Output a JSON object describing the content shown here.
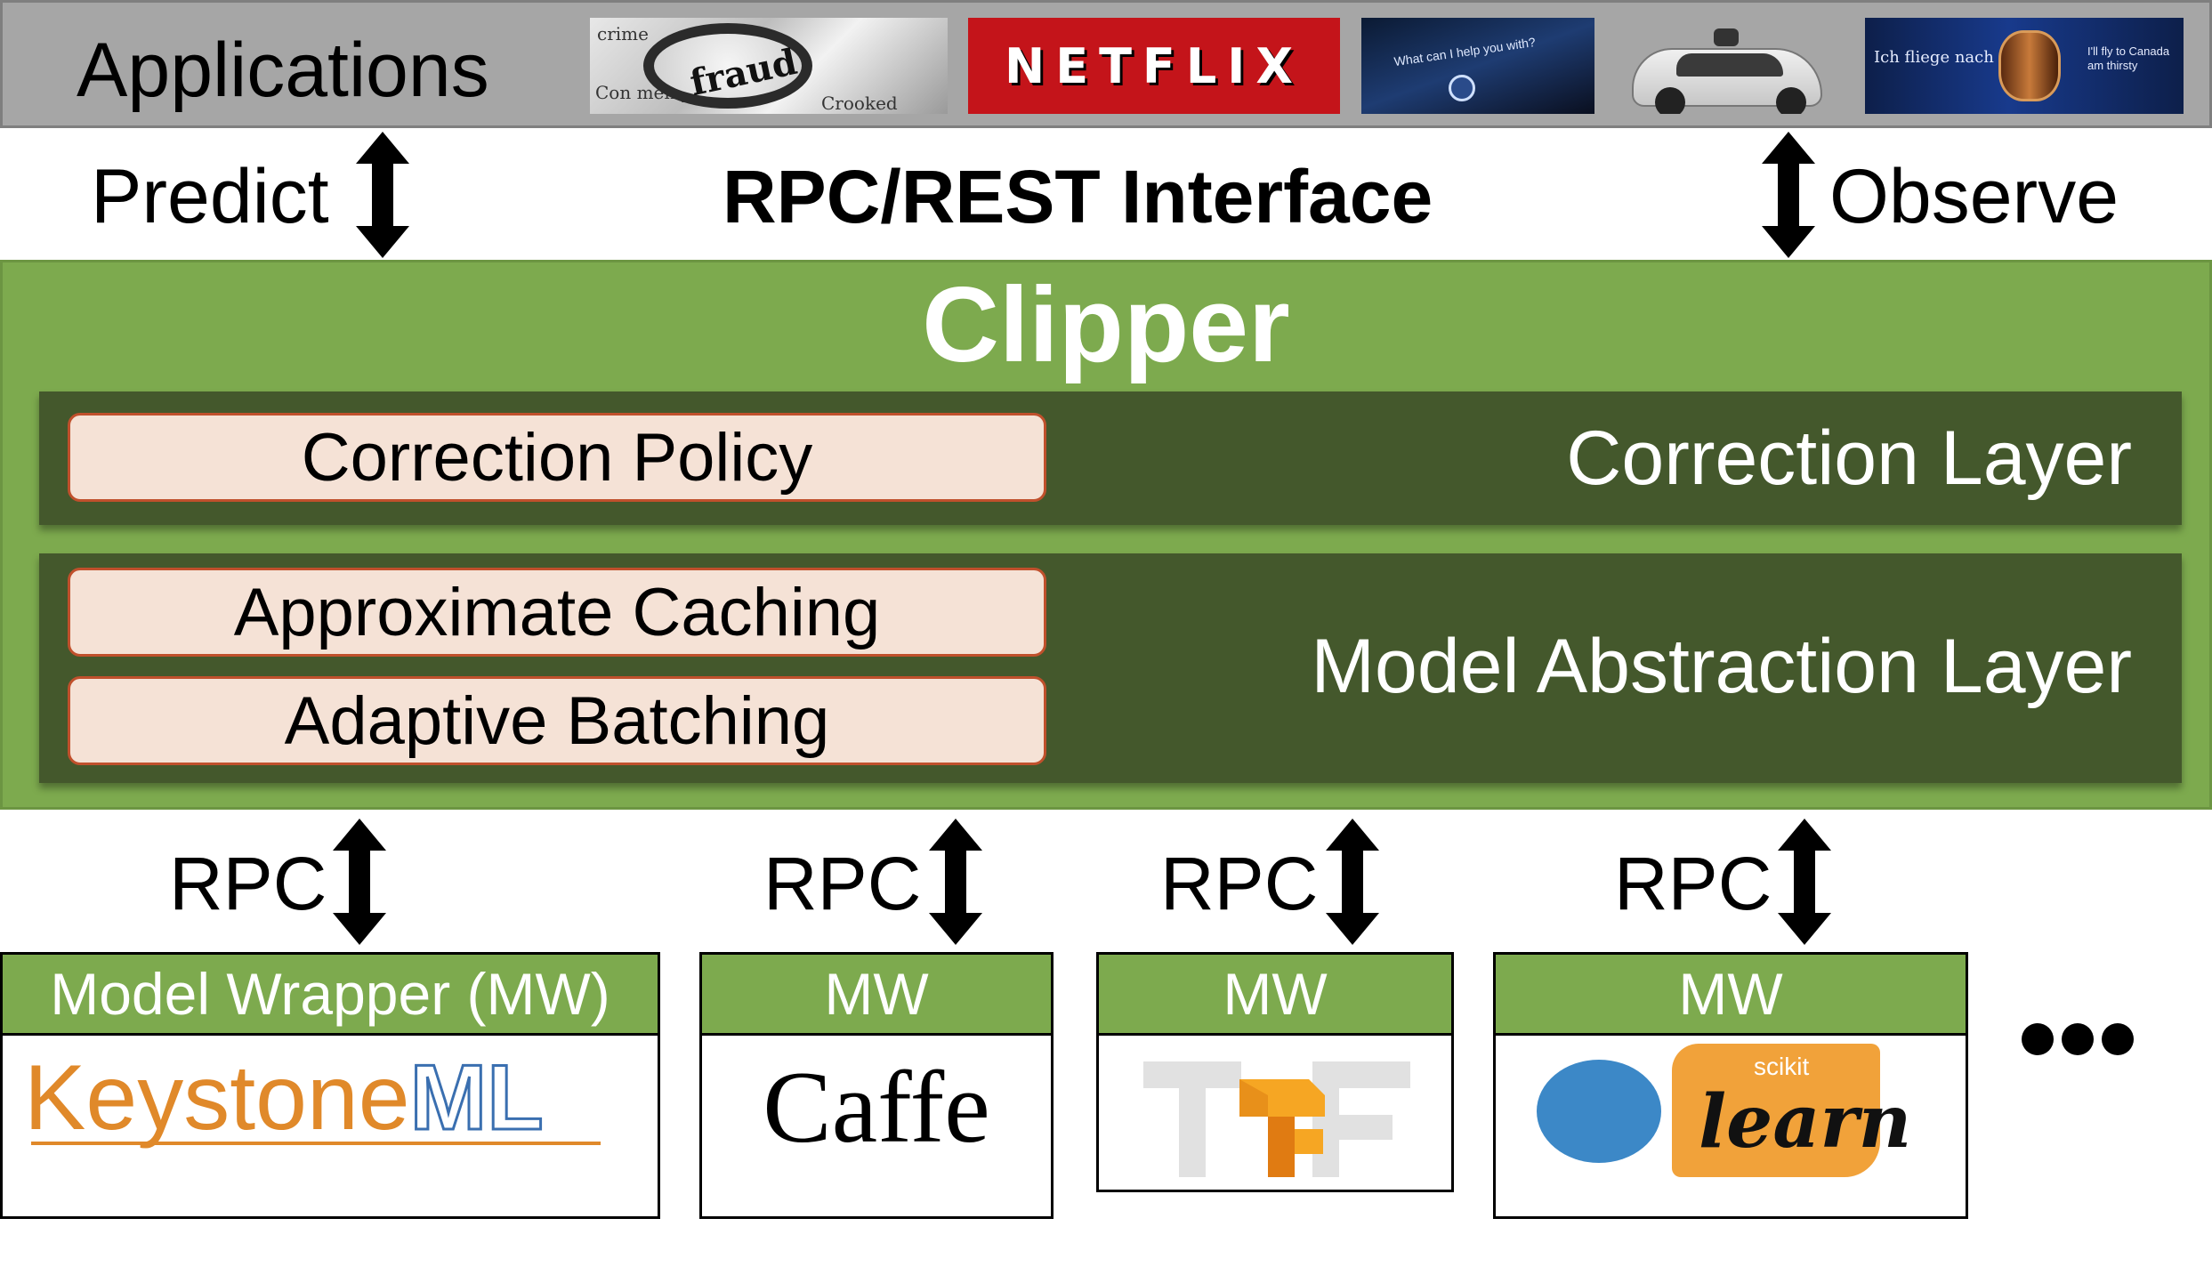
{
  "applications": {
    "title": "Applications",
    "thumbnails": [
      {
        "name": "fraud-detection",
        "text": "fraud",
        "words": [
          "crime",
          "Con men prey",
          "Crooked"
        ]
      },
      {
        "name": "netflix",
        "text": "NETFLIX"
      },
      {
        "name": "voice-assistant",
        "text": "What can I help you with?"
      },
      {
        "name": "self-driving-car"
      },
      {
        "name": "translation",
        "text": "Ich fliege nach",
        "text2": "I'll fly to Canada",
        "text3": "am thirsty"
      }
    ]
  },
  "interface": {
    "predict": "Predict",
    "title": "RPC/REST Interface",
    "observe": "Observe"
  },
  "clipper": {
    "title": "Clipper",
    "correction_layer": {
      "name": "Correction Layer",
      "components": [
        "Correction Policy"
      ]
    },
    "model_abstraction_layer": {
      "name": "Model Abstraction Layer",
      "components": [
        "Approximate Caching",
        "Adaptive Batching"
      ]
    }
  },
  "rpc_label": "RPC",
  "model_wrappers": [
    {
      "header": "Model Wrapper (MW)",
      "framework": "KeystoneML",
      "logo_parts": [
        "Keystone",
        "ML"
      ]
    },
    {
      "header": "MW",
      "framework": "Caffe"
    },
    {
      "header": "MW",
      "framework": "TensorFlow"
    },
    {
      "header": "MW",
      "framework": "scikit-learn",
      "logo_parts": [
        "scikit",
        "learn"
      ]
    }
  ],
  "colors": {
    "clipper_green": "#7daa4e",
    "layer_dark_green": "#44582c",
    "component_fill": "#f5e2d6",
    "component_border": "#c0502c",
    "app_bar_gray": "#a6a6a6"
  }
}
